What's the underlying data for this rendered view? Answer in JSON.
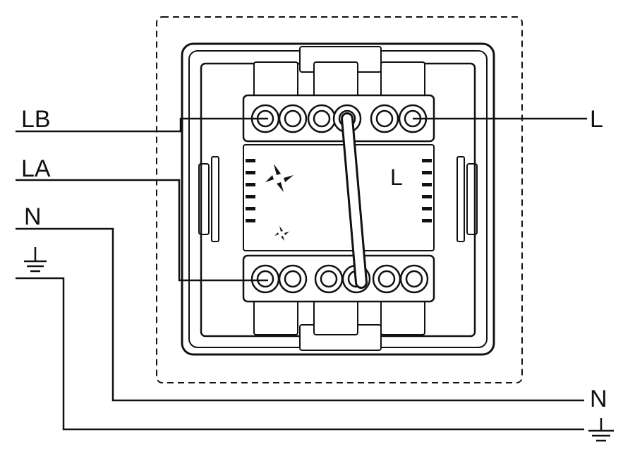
{
  "wires": {
    "left": [
      "LB",
      "LA",
      "N"
    ],
    "right": [
      "L",
      "N"
    ]
  },
  "device": {
    "center_mark": "L"
  },
  "icons": {
    "ground": "ground-symbol-icon",
    "fan": "fan-speed-icon"
  }
}
